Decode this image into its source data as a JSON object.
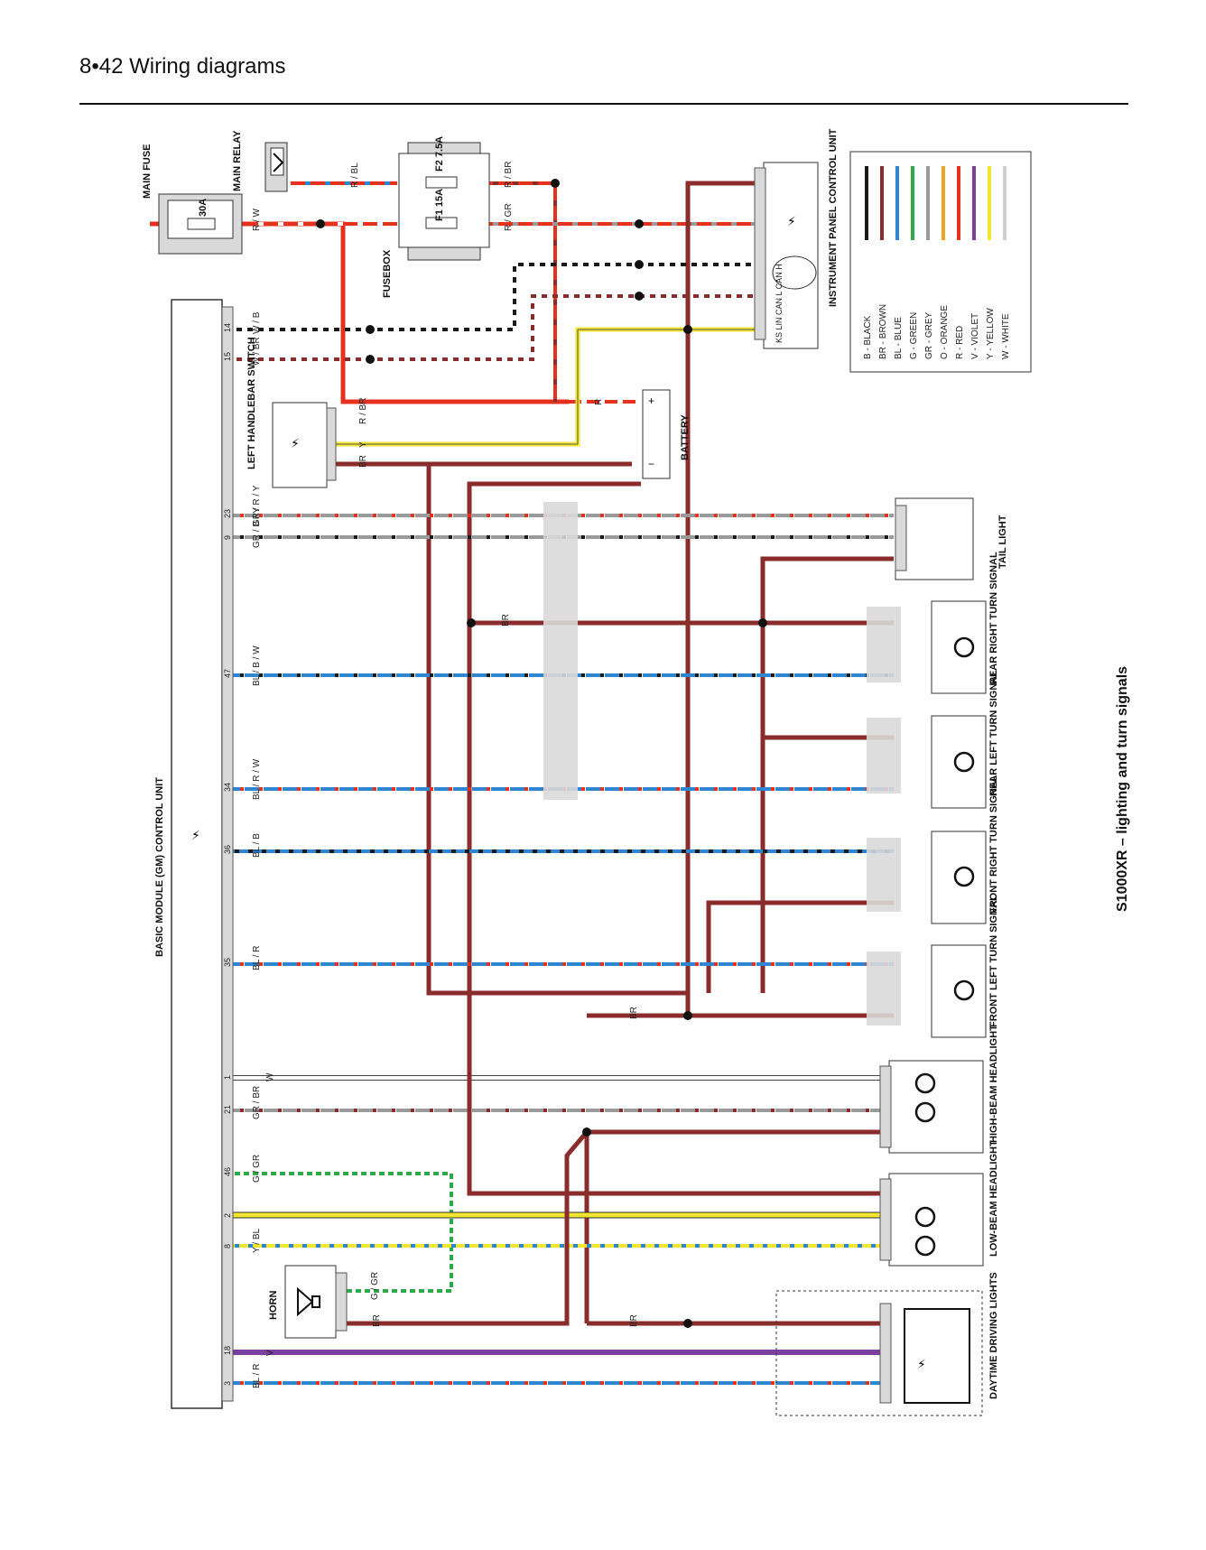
{
  "header": {
    "page_title": "8•42  Wiring diagrams"
  },
  "caption": "S1000XR – lighting and turn signals",
  "components": {
    "main_fuse": {
      "label": "MAIN FUSE",
      "rating": "30A"
    },
    "main_relay": {
      "label": "MAIN RELAY"
    },
    "fusebox": {
      "label": "FUSEBOX",
      "f1": "F1 15A",
      "f2": "F2 7.5A"
    },
    "instrument_panel": {
      "label": "INSTRUMENT PANEL CONTROL UNIT",
      "pins": "KS LIN CAN L CAN H"
    },
    "battery": {
      "label": "BATTERY"
    },
    "left_switch": {
      "label": "LEFT HANDLEBAR SWITCH"
    },
    "bm": {
      "label": "BASIC MODULE (GM) CONTROL UNIT"
    },
    "tail_light": {
      "label": "TAIL LIGHT"
    },
    "rear_right": {
      "label": "REAR RIGHT TURN SIGNAL"
    },
    "rear_left": {
      "label": "REAR LEFT TURN SIGNAL"
    },
    "front_right": {
      "label": "FRONT RIGHT TURN SIGNAL"
    },
    "front_left": {
      "label": "FRONT LEFT TURN SIGNAL"
    },
    "high_beam": {
      "label": "HIGH-BEAM HEADLIGHT"
    },
    "low_beam": {
      "label": "LOW-BEAM HEADLIGHT"
    },
    "horn": {
      "label": "HORN"
    },
    "daytime": {
      "label": "DAYTIME DRIVING LIGHTS"
    }
  },
  "legend": [
    {
      "code": "B - BLACK",
      "color": "#1a1a1a"
    },
    {
      "code": "BR - BROWN",
      "color": "#8b2c2c"
    },
    {
      "code": "BL - BLUE",
      "color": "#2f86d0"
    },
    {
      "code": "G - GREEN",
      "color": "#2ea84a"
    },
    {
      "code": "GR - GREY",
      "color": "#9a9a9a"
    },
    {
      "code": "O - ORANGE",
      "color": "#f2a12b"
    },
    {
      "code": "R - RED",
      "color": "#e4321f"
    },
    {
      "code": "V - VIOLET",
      "color": "#7b3f9e"
    },
    {
      "code": "Y - YELLOW",
      "color": "#f2e530"
    },
    {
      "code": "W - WHITE",
      "color": "#ffffff"
    }
  ],
  "bm_pins": [
    "14",
    "15",
    "23",
    "9",
    "47",
    "34",
    "36",
    "35",
    "1",
    "21",
    "46",
    "2",
    "8",
    "18",
    "3"
  ],
  "wire_codes": [
    "R / BL",
    "R / W",
    "R / BR",
    "R / GR",
    "W / B",
    "W / BR",
    "Y",
    "R",
    "BR",
    "GR / R / Y",
    "GR / B / Y",
    "BL / B / W",
    "BL / R / W",
    "BL / B",
    "BL / R",
    "W",
    "GR / BR",
    "G / GR",
    "Y / BL",
    "V"
  ]
}
